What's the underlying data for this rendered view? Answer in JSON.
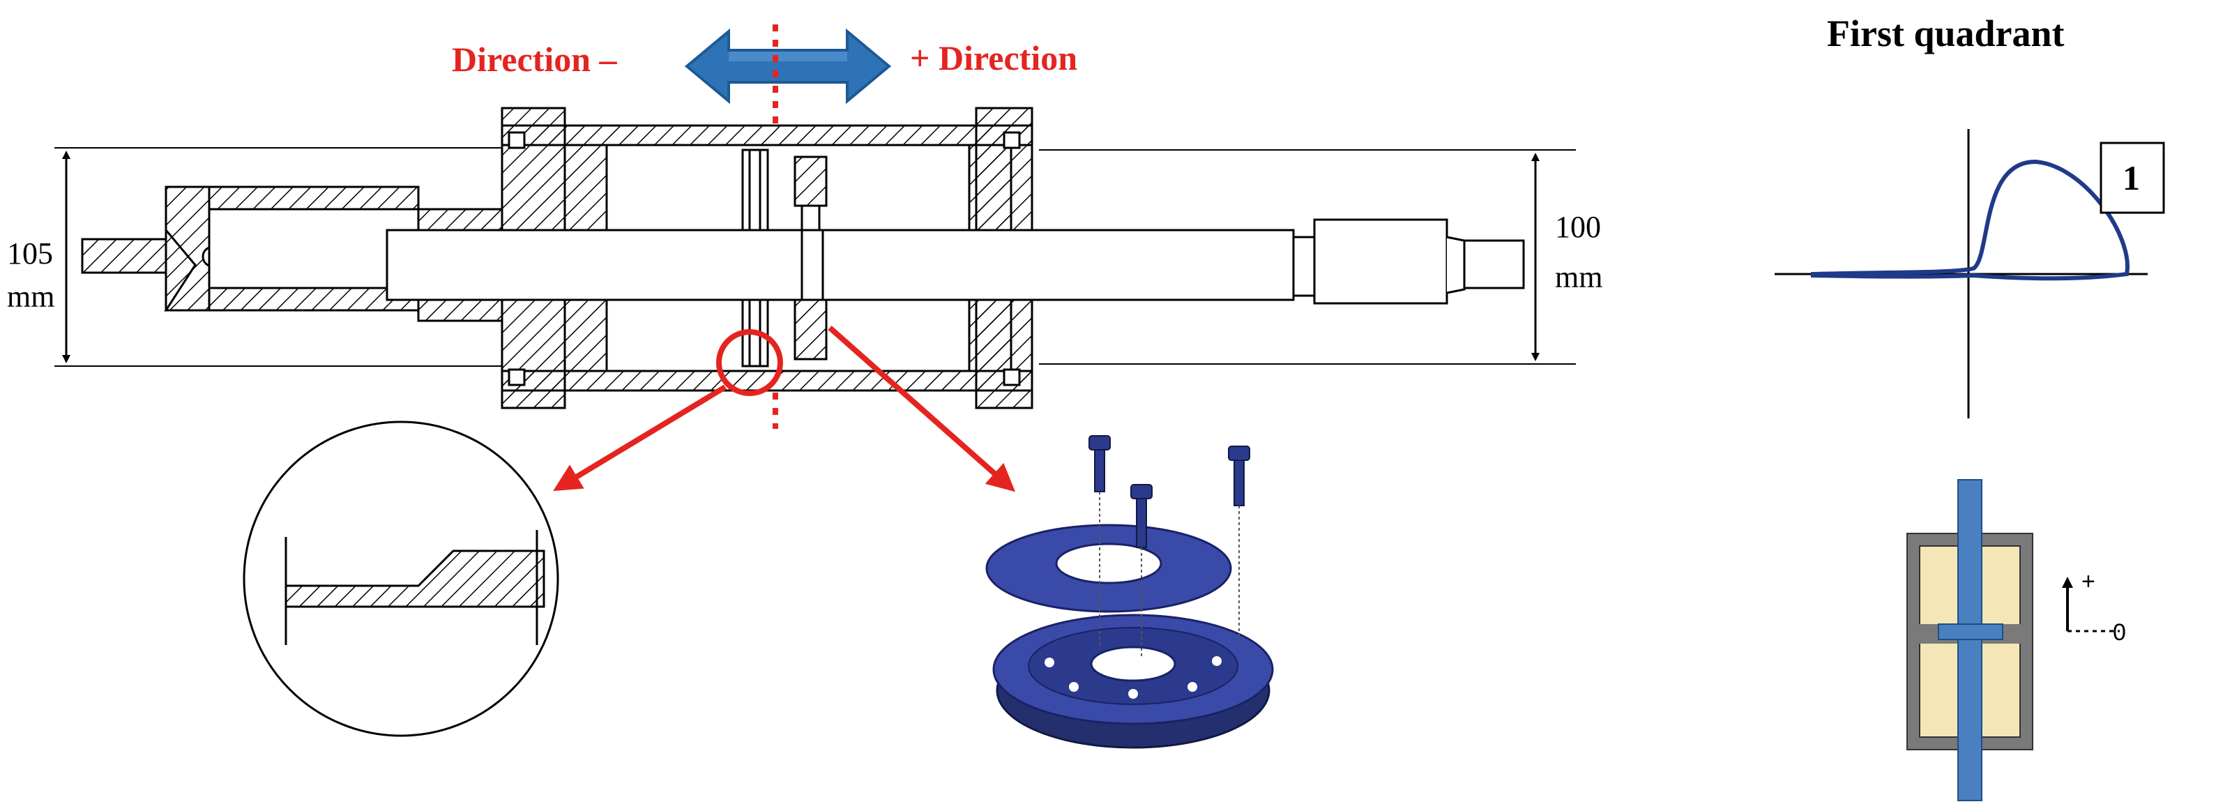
{
  "direction": {
    "negative_label": "Direction –",
    "positive_label": "+ Direction"
  },
  "dimensions": {
    "left_value": "105",
    "left_unit": "mm",
    "right_value": "100",
    "right_unit": "mm"
  },
  "quadrant": {
    "title": "First quadrant",
    "box_number": "1"
  },
  "schematic": {
    "plus_label": "+",
    "zero_label": "0"
  },
  "colors": {
    "red": "#e52420",
    "arrow_blue": "#2f73b7",
    "part_blue": "#3a4aa8",
    "curve_blue": "#1f3a8a",
    "cream": "#f5e6b8",
    "grey": "#7a7a7a"
  }
}
